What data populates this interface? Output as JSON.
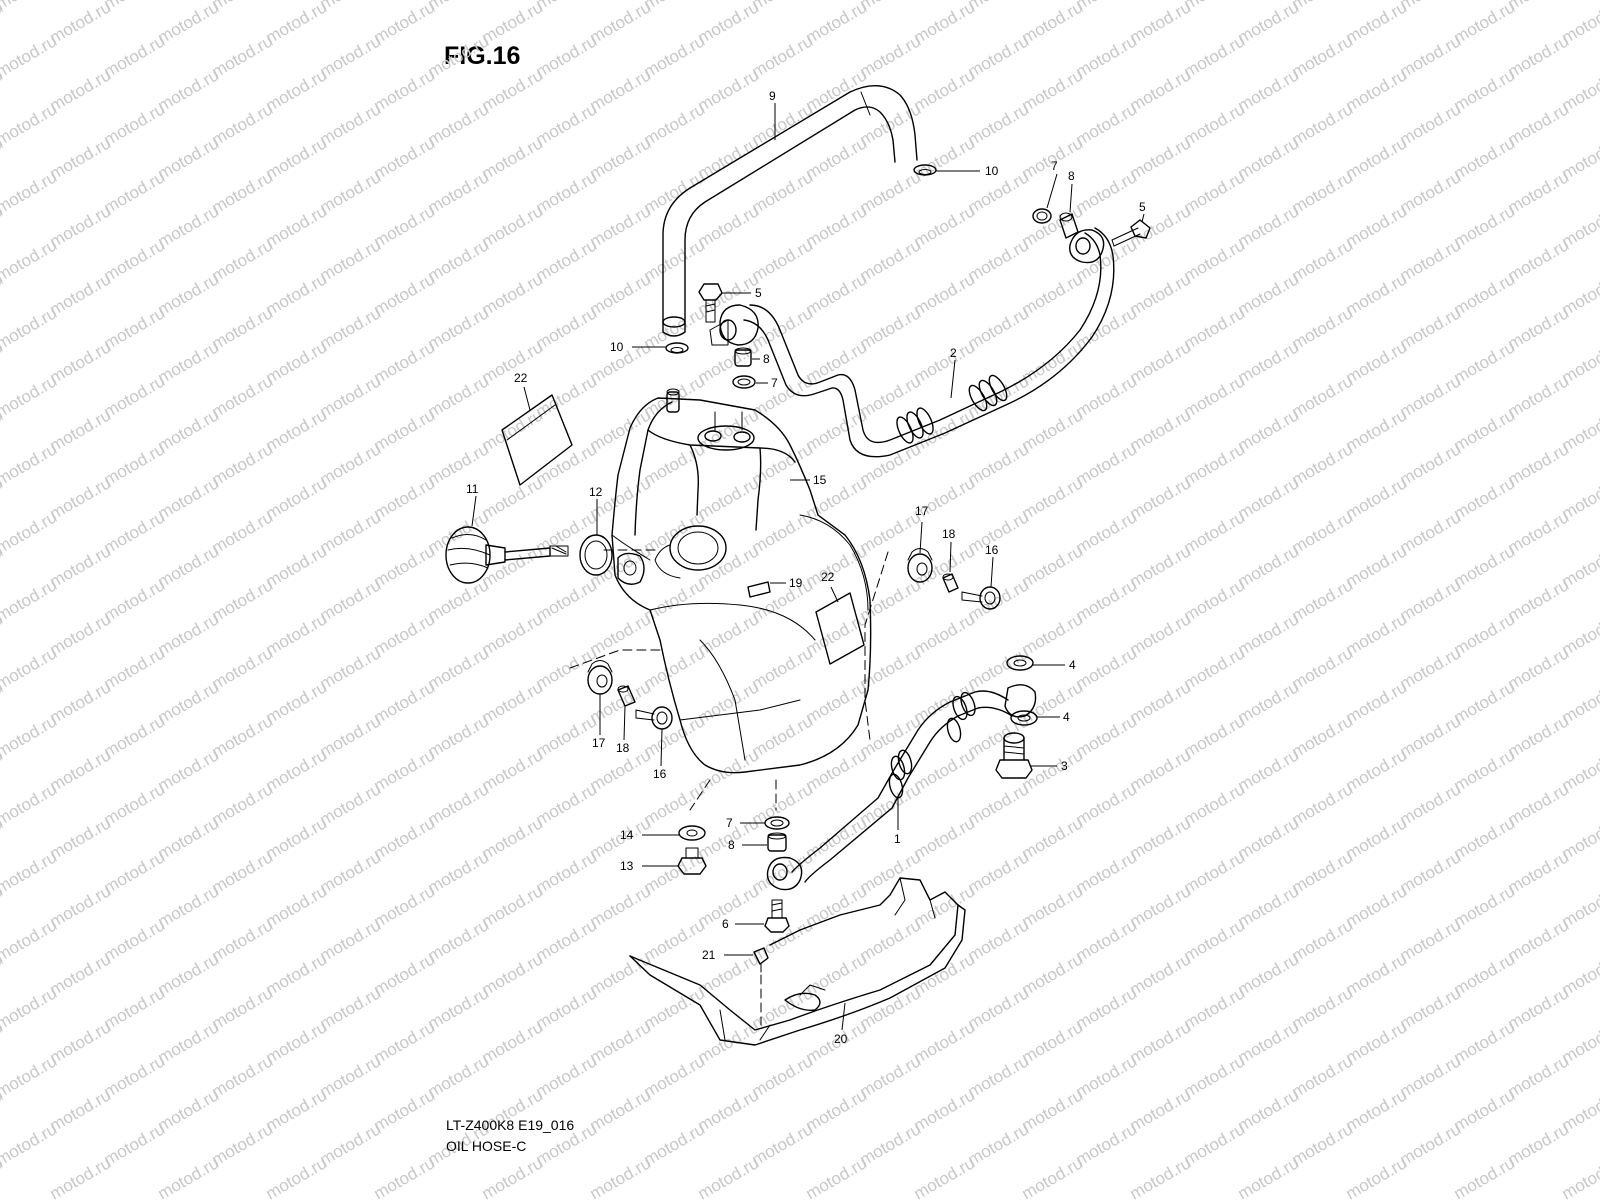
{
  "figure": {
    "title": "FIG.16",
    "model_code": "LT-Z400K8 E19_016",
    "diagram_name": "OIL HOSE-C"
  },
  "watermark": {
    "text": "motod.ru"
  },
  "callouts": [
    {
      "id": "c9",
      "label": "9"
    },
    {
      "id": "c10a",
      "label": "10"
    },
    {
      "id": "c10b",
      "label": "10"
    },
    {
      "id": "c7a",
      "label": "7"
    },
    {
      "id": "c8a",
      "label": "8"
    },
    {
      "id": "c5a",
      "label": "5"
    },
    {
      "id": "c5b",
      "label": "5"
    },
    {
      "id": "c8b",
      "label": "8"
    },
    {
      "id": "c7b",
      "label": "7"
    },
    {
      "id": "c2",
      "label": "2"
    },
    {
      "id": "c22a",
      "label": "22"
    },
    {
      "id": "c15",
      "label": "15"
    },
    {
      "id": "c11",
      "label": "11"
    },
    {
      "id": "c12",
      "label": "12"
    },
    {
      "id": "c19",
      "label": "19"
    },
    {
      "id": "c22b",
      "label": "22"
    },
    {
      "id": "c17a",
      "label": "17"
    },
    {
      "id": "c18a",
      "label": "18"
    },
    {
      "id": "c16a",
      "label": "16"
    },
    {
      "id": "c4a",
      "label": "4"
    },
    {
      "id": "c4b",
      "label": "4"
    },
    {
      "id": "c3",
      "label": "3"
    },
    {
      "id": "c17b",
      "label": "17"
    },
    {
      "id": "c18b",
      "label": "18"
    },
    {
      "id": "c16b",
      "label": "16"
    },
    {
      "id": "c1",
      "label": "1"
    },
    {
      "id": "c7c",
      "label": "7"
    },
    {
      "id": "c14",
      "label": "14"
    },
    {
      "id": "c8c",
      "label": "8"
    },
    {
      "id": "c13",
      "label": "13"
    },
    {
      "id": "c6",
      "label": "6"
    },
    {
      "id": "c21",
      "label": "21"
    },
    {
      "id": "c20",
      "label": "20"
    }
  ]
}
